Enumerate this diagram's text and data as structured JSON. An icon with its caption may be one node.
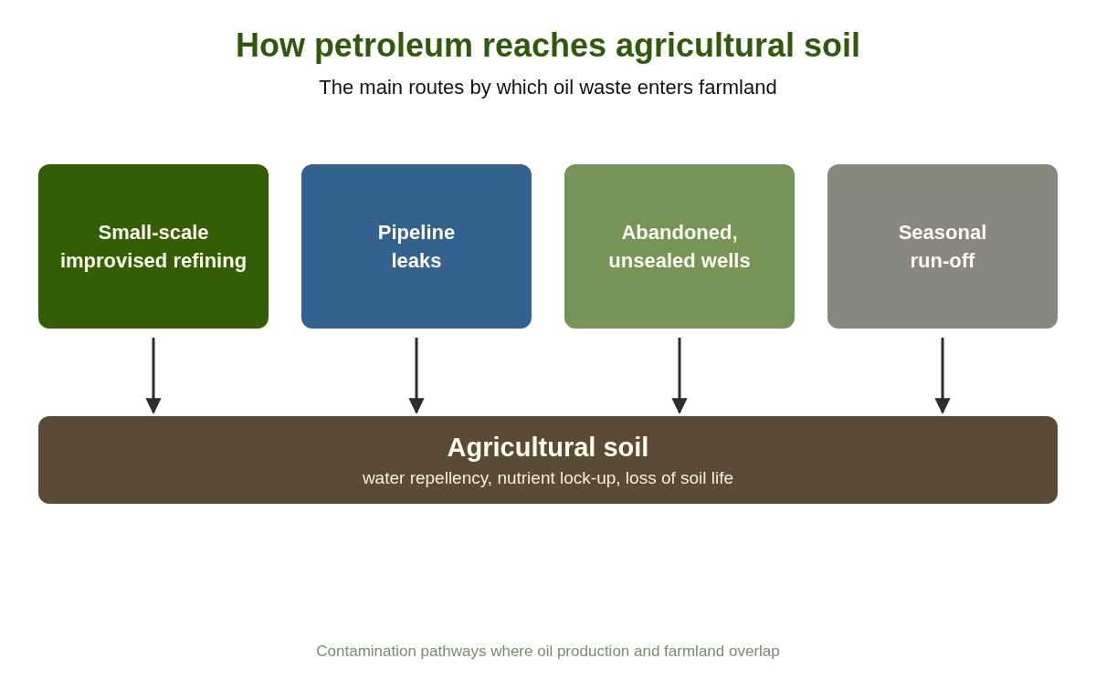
{
  "diagram": {
    "title": "How petroleum reaches agricultural soil",
    "caption": "Contamination pathways where oil production and farmland overlap",
    "nodes": [
      {
        "text": [
          "Small-scale improvised refining"
        ]
      },
      {
        "text": [
          "Pipeline leaks"
        ]
      },
      {
        "text": [
          "Abandoned, unsealed wells"
        ]
      },
      {
        "text": [
          "Seasonal run-off"
        ]
      },
      {
        "text": [
          "Agricultural soil",
          "water repellency, nutrient lock-up, loss of soil life"
        ]
      }
    ],
    "edges": [
      {
        "from": 0,
        "to": 4,
        "arrow": "to"
      },
      {
        "from": 1,
        "to": 4,
        "arrow": "to"
      },
      {
        "from": 2,
        "to": 4,
        "arrow": "to"
      },
      {
        "from": 3,
        "to": 4,
        "arrow": "to"
      }
    ],
    "labels": [
      "The main routes by which oil waste enters farmland"
    ]
  }
}
